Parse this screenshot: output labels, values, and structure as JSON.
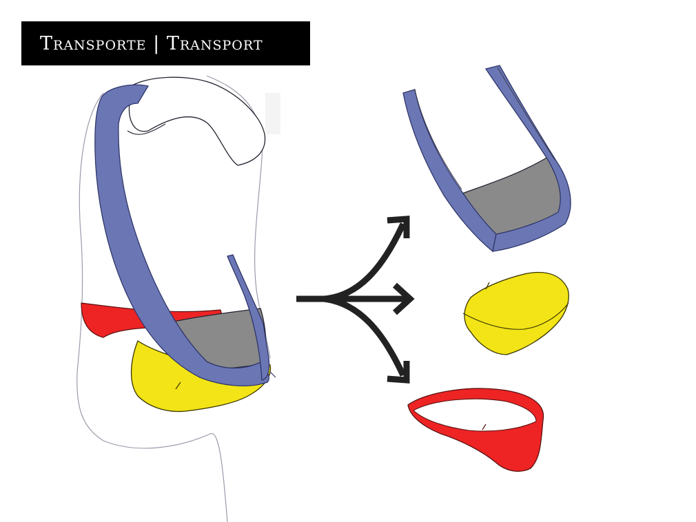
{
  "slide": {
    "title": "Transporte | Transport"
  },
  "illustration": {
    "description_items": [
      "person-torso-sketch",
      "shoulder-strap",
      "gray-pouch",
      "yellow-hip-bag",
      "red-belt",
      "split-arrow"
    ],
    "colors": {
      "strap": "#6b77b5",
      "strap_dark": "#3e4a8c",
      "pouch": "#8a8a8a",
      "bag": "#f2e416",
      "belt": "#ee2424",
      "arrow": "#222222",
      "sketch_line": "#555566"
    }
  }
}
